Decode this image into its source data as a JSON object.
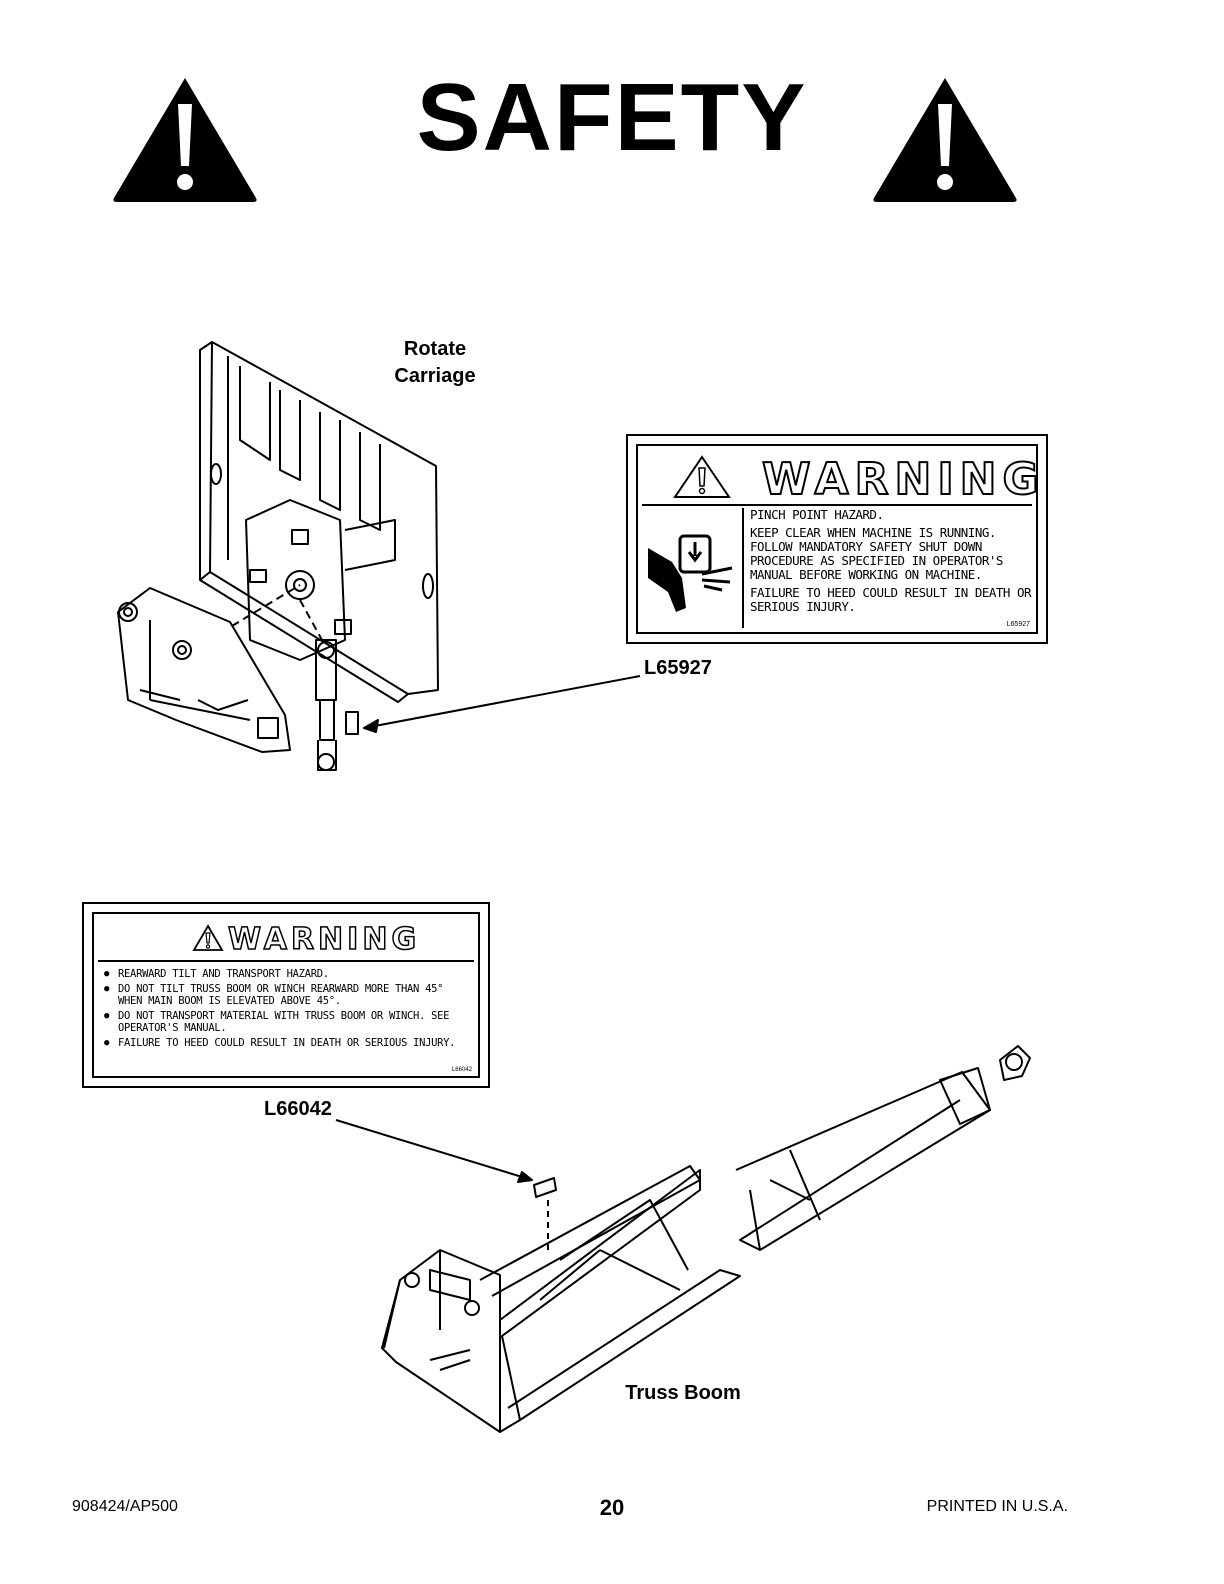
{
  "header": {
    "title": "SAFETY"
  },
  "labels": {
    "rotate_carriage": "Rotate\nCarriage",
    "decal_1_callout": "L65927",
    "decal_2_callout": "L66042",
    "truss_boom": "Truss Boom"
  },
  "decal_1": {
    "heading": "WARNING",
    "lines": [
      "PINCH POINT HAZARD.",
      "KEEP CLEAR WHEN MACHINE IS RUNNING. FOLLOW MANDATORY SAFETY SHUT DOWN PROCEDURE AS SPECIFIED IN OPERATOR'S MANUAL BEFORE WORKING ON MACHINE.",
      "FAILURE TO HEED COULD RESULT IN DEATH OR SERIOUS INJURY."
    ],
    "code": "L65927"
  },
  "decal_2": {
    "heading": "WARNING",
    "bullets": [
      "REARWARD TILT AND TRANSPORT HAZARD.",
      "DO NOT TILT TRUSS BOOM OR WINCH REARWARD MORE THAN 45° WHEN MAIN BOOM IS ELEVATED ABOVE 45°.",
      "DO NOT TRANSPORT MATERIAL WITH TRUSS BOOM OR WINCH. SEE OPERATOR'S MANUAL.",
      "FAILURE TO HEED COULD RESULT IN DEATH OR SERIOUS INJURY."
    ],
    "code": "L66042"
  },
  "footer": {
    "doc_number": "908424/AP500",
    "page_number": "20",
    "printed": "PRINTED IN U.S.A."
  }
}
